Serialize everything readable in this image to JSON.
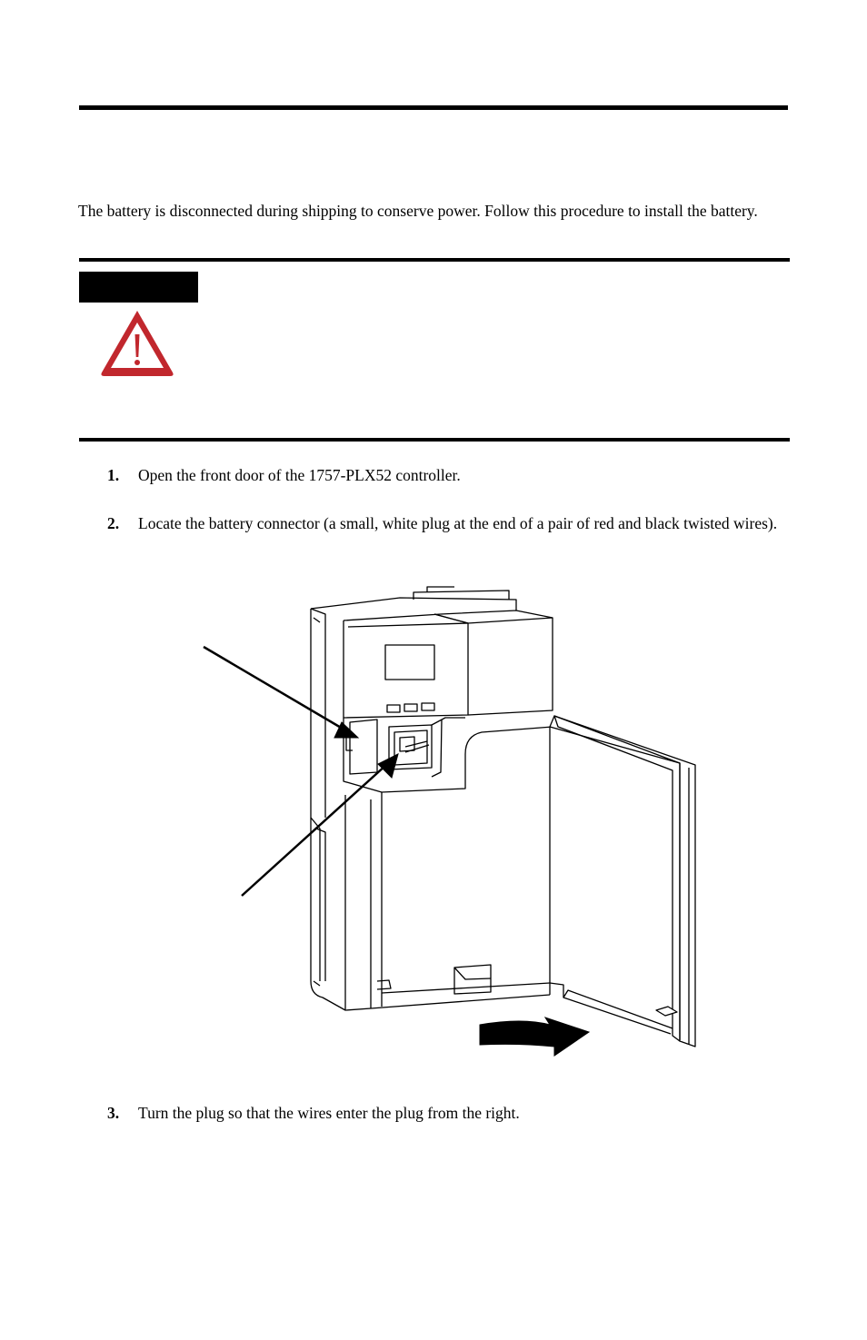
{
  "intro": {
    "text": "The battery is disconnected during shipping to conserve power. Follow this procedure to install the battery."
  },
  "warning": {
    "colors": {
      "label_bg": "#000000",
      "icon_fill": "#c1272d",
      "icon_inner": "#ffffff"
    },
    "icon": "warning-triangle-icon"
  },
  "steps": [
    {
      "number": "1.",
      "text": "Open the front door of the 1757-PLX52 controller."
    },
    {
      "number": "2.",
      "text": "Locate the battery connector (a small, white plug at the end of a pair of red and black twisted wires)."
    },
    {
      "number": "3.",
      "text": "Turn the plug so that the wires enter the plug from the right."
    }
  ],
  "figure": {
    "subject": "1757-PLX52 controller with front door open",
    "icons": [
      "pointer-arrow-icon",
      "door-swing-arrow-icon"
    ]
  }
}
